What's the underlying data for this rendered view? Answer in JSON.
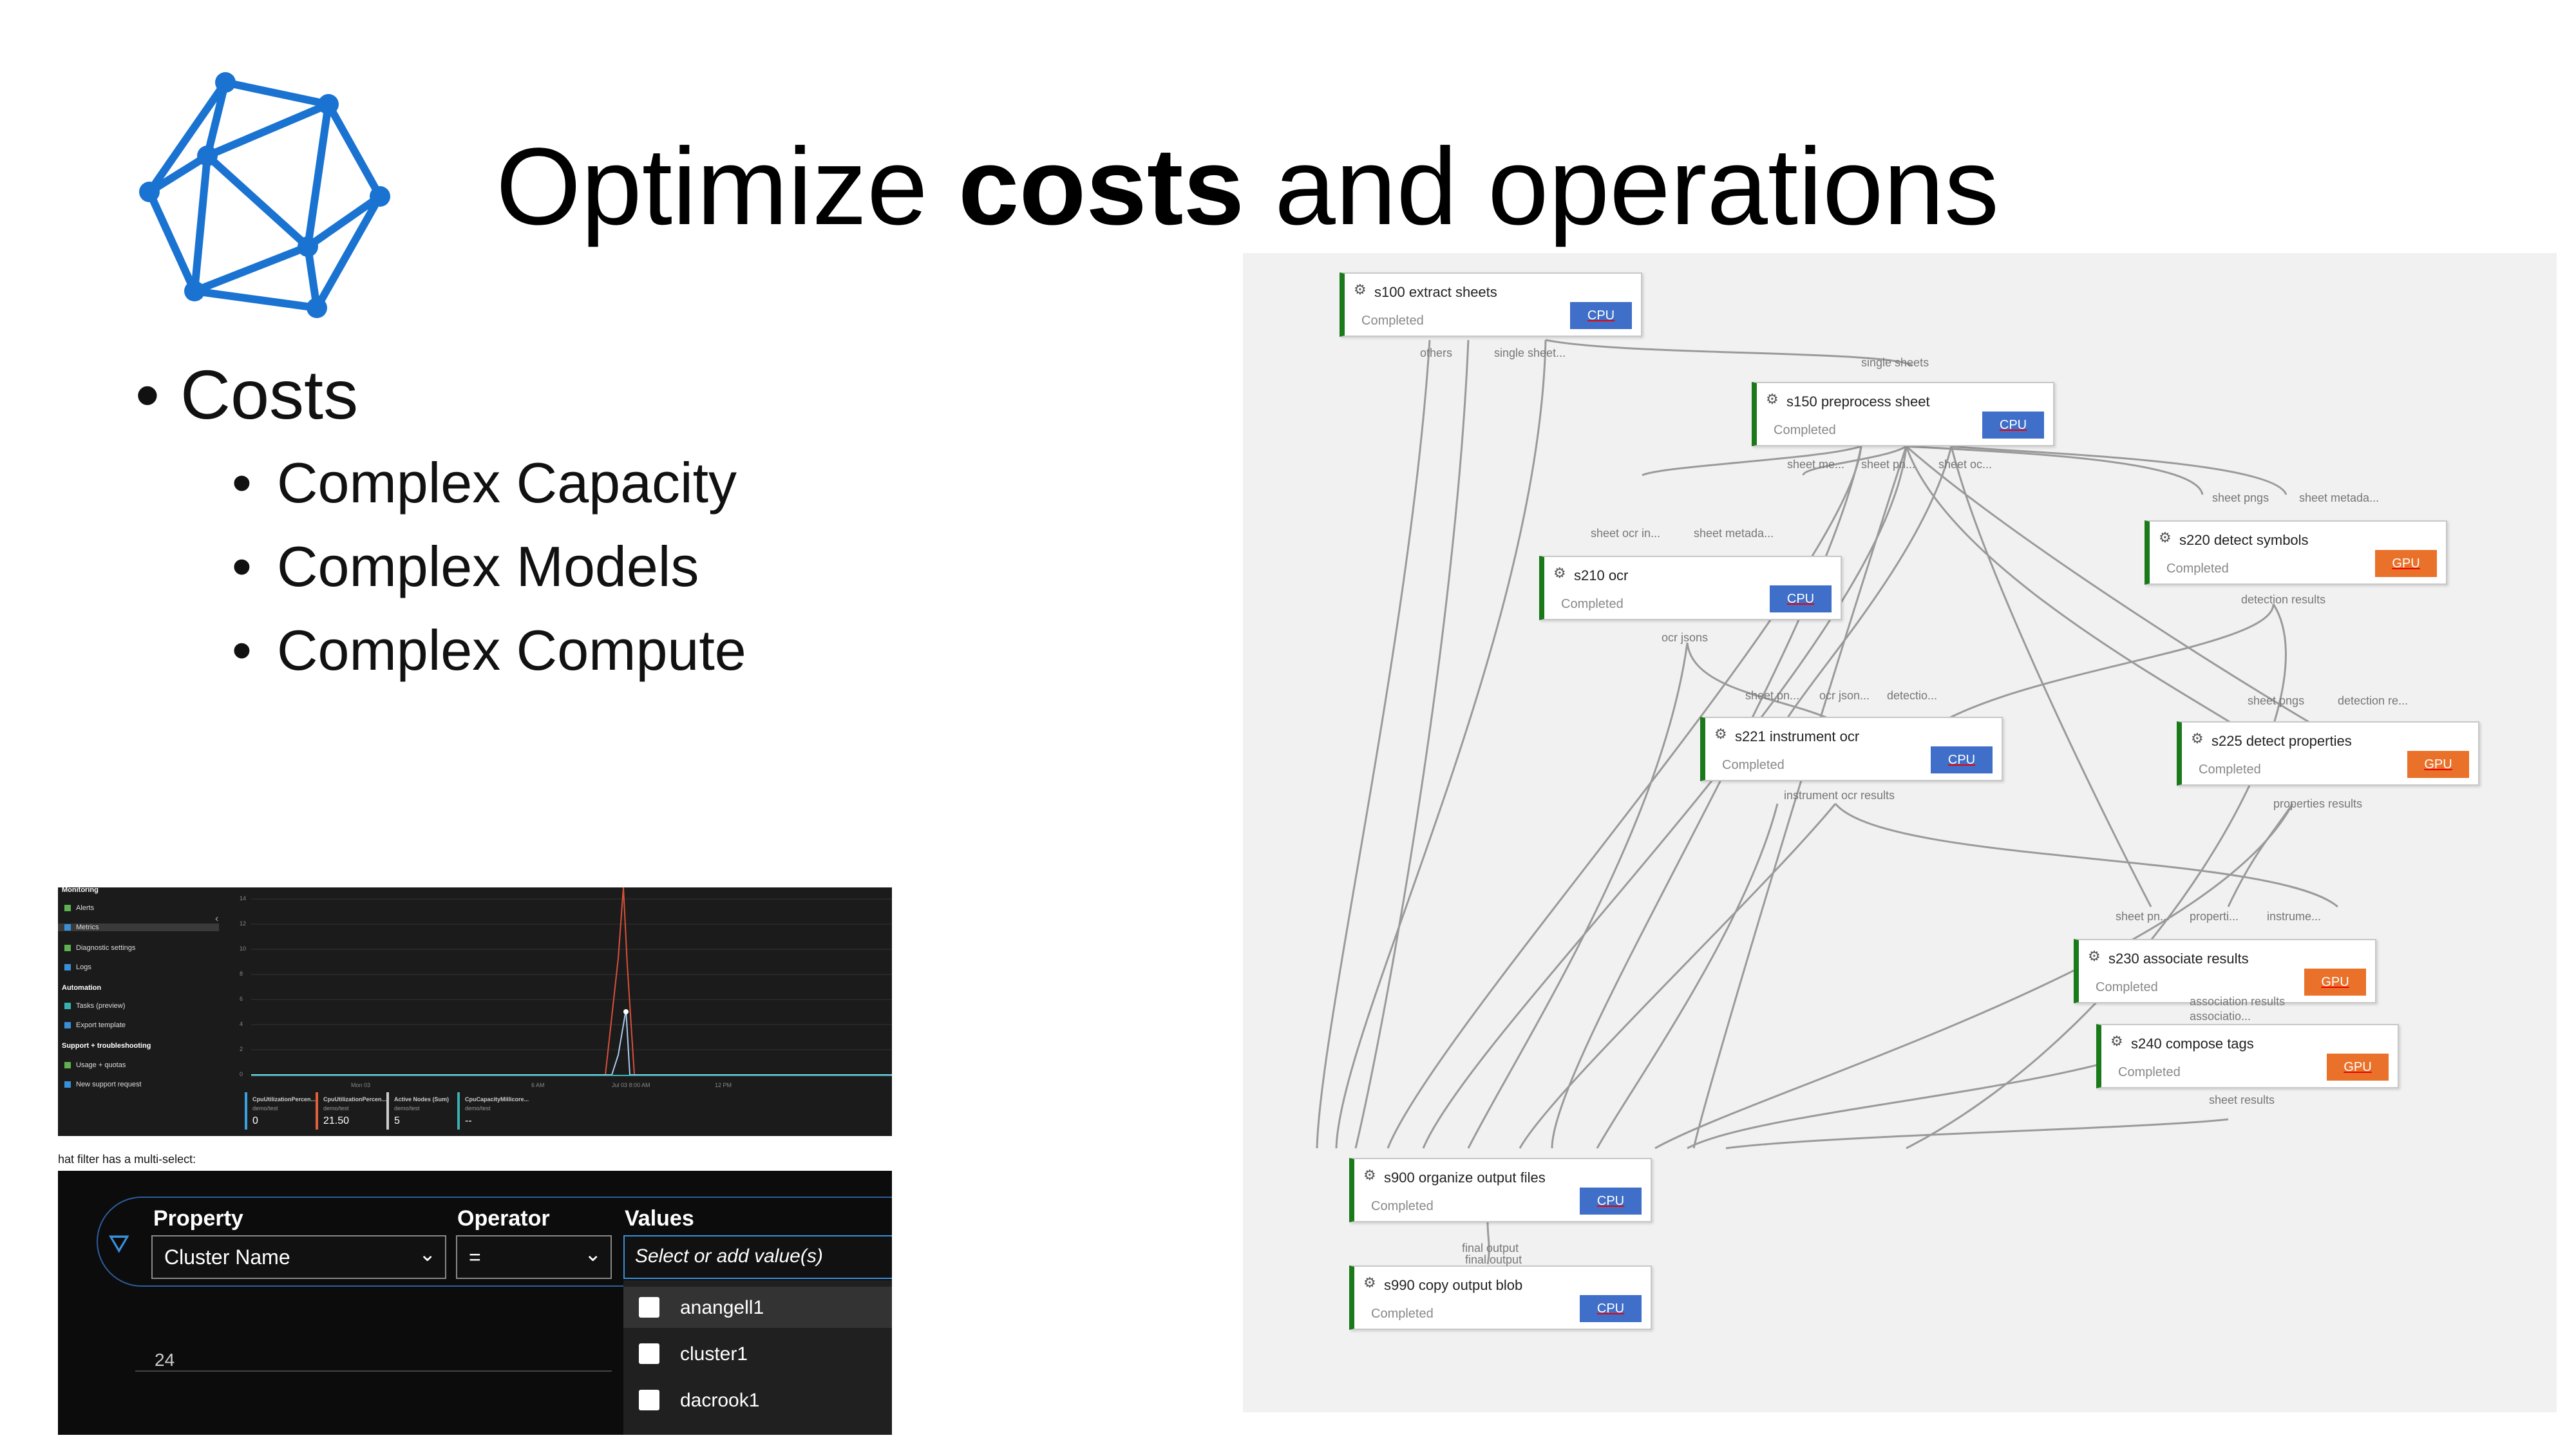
{
  "title": {
    "prefix": "Optimize ",
    "bold": "costs",
    "suffix": " and operations"
  },
  "bullets": {
    "main": "Costs",
    "sub": [
      "Complex Capacity",
      "Complex Models",
      "Complex Compute"
    ]
  },
  "pipeline": {
    "nodes": [
      {
        "name": "s100 extract sheets",
        "status": "Completed",
        "compute": "CPU"
      },
      {
        "name": "s150 preprocess sheet",
        "status": "Completed",
        "compute": "CPU"
      },
      {
        "name": "s210 ocr",
        "status": "Completed",
        "compute": "CPU"
      },
      {
        "name": "s220 detect symbols",
        "status": "Completed",
        "compute": "GPU"
      },
      {
        "name": "s221 instrument ocr",
        "status": "Completed",
        "compute": "CPU"
      },
      {
        "name": "s225 detect properties",
        "status": "Completed",
        "compute": "GPU"
      },
      {
        "name": "s230 associate results",
        "status": "Completed",
        "compute": "GPU"
      },
      {
        "name": "s240 compose tags",
        "status": "Completed",
        "compute": "GPU"
      },
      {
        "name": "s900 organize output files",
        "status": "Completed",
        "compute": "CPU"
      },
      {
        "name": "s990 copy output blob",
        "status": "Completed",
        "compute": "CPU"
      }
    ],
    "port_labels": [
      "others",
      "single sheet...",
      "single sheets",
      "sheet me...",
      "sheet pn...",
      "sheet oc...",
      "sheet pngs",
      "sheet metada...",
      "sheet ocr in...",
      "sheet metada...",
      "ocr jsons",
      "detection results",
      "sheet pn...",
      "ocr json...",
      "detectio...",
      "sheet pngs",
      "detection re...",
      "instrument ocr results",
      "properties results",
      "sheet pn...",
      "properti...",
      "instrume...",
      "association results",
      "associatio...",
      "sheet results",
      "final output",
      "final output"
    ]
  },
  "metrics": {
    "sections": [
      {
        "header": "Monitoring",
        "items": [
          "Alerts",
          "Metrics",
          "Diagnostic settings",
          "Logs"
        ]
      },
      {
        "header": "Automation",
        "items": [
          "Tasks (preview)",
          "Export template"
        ]
      },
      {
        "header": "Support + troubleshooting",
        "items": [
          "Usage + quotas",
          "New support request"
        ]
      }
    ],
    "y_ticks": [
      "14",
      "12",
      "10",
      "8",
      "6",
      "4",
      "2",
      "0"
    ],
    "x_ticks": [
      "Mon 03",
      "6 AM",
      "Jul 03 8:00 AM",
      "12 PM"
    ],
    "tiles": [
      {
        "name": "CpuUtilizationPercen...",
        "unit": "demo/test",
        "value": "0",
        "color": "#3aa0e0"
      },
      {
        "name": "CpuUtilizationPercen...",
        "unit": "demo/test",
        "value": "21.50",
        "color": "#e0603a"
      },
      {
        "name": "Active Nodes (Sum)",
        "unit": "demo/test",
        "value": "5",
        "color": "#cccccc"
      },
      {
        "name": "CpuCapacityMillicore...",
        "unit": "demo/test",
        "value": "--",
        "color": "#3ab0b0"
      }
    ]
  },
  "filter": {
    "note": "hat filter has a multi-select:",
    "property_label": "Property",
    "property_value": "Cluster Name",
    "operator_label": "Operator",
    "operator_value": "=",
    "values_label": "Values",
    "values_placeholder": "Select or add value(s)",
    "options": [
      "anangell1",
      "cluster1",
      "dacrook1"
    ],
    "y_tick": "24"
  }
}
